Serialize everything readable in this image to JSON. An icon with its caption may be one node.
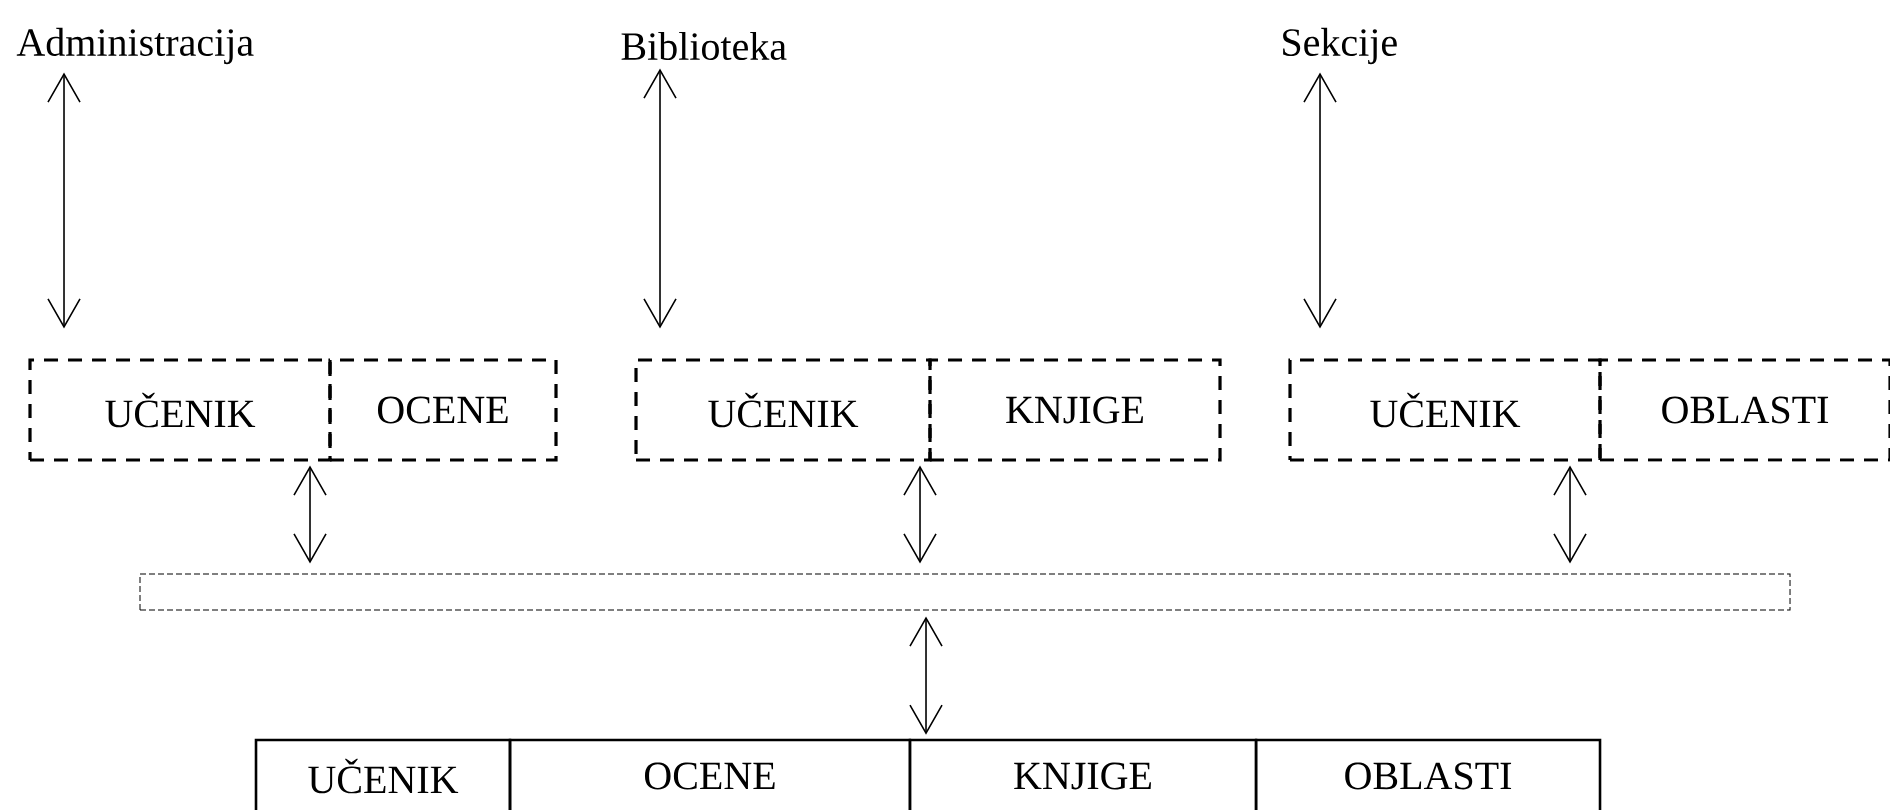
{
  "diagram": {
    "nodes": [
      {
        "text": [
          "Administracija"
        ]
      },
      {
        "text": [
          "Biblioteka"
        ]
      },
      {
        "text": [
          "Sekcije"
        ]
      },
      {
        "text": [
          "UČENIK"
        ]
      },
      {
        "text": [
          "OCENE"
        ]
      },
      {
        "text": [
          "UČENIK"
        ]
      },
      {
        "text": [
          "KNJIGE"
        ]
      },
      {
        "text": [
          "UČENIK"
        ]
      },
      {
        "text": [
          "OBLASTI"
        ]
      },
      {
        "text": [],
        "shape": "bar"
      },
      {
        "text": [
          "UČENIK"
        ]
      },
      {
        "text": [
          "OCENE"
        ]
      },
      {
        "text": [
          "KNJIGE"
        ]
      },
      {
        "text": [
          "OBLASTI"
        ]
      }
    ],
    "edges": [
      {
        "from": 0,
        "to": 3,
        "arrow": "both"
      },
      {
        "from": 1,
        "to": 5,
        "arrow": "both"
      },
      {
        "from": 2,
        "to": 7,
        "arrow": "both"
      },
      {
        "from": 3,
        "to": 9,
        "arrow": "both"
      },
      {
        "from": 5,
        "to": 9,
        "arrow": "both"
      },
      {
        "from": 7,
        "to": 9,
        "arrow": "both"
      },
      {
        "from": 9,
        "to": 12,
        "arrow": "both"
      }
    ]
  }
}
